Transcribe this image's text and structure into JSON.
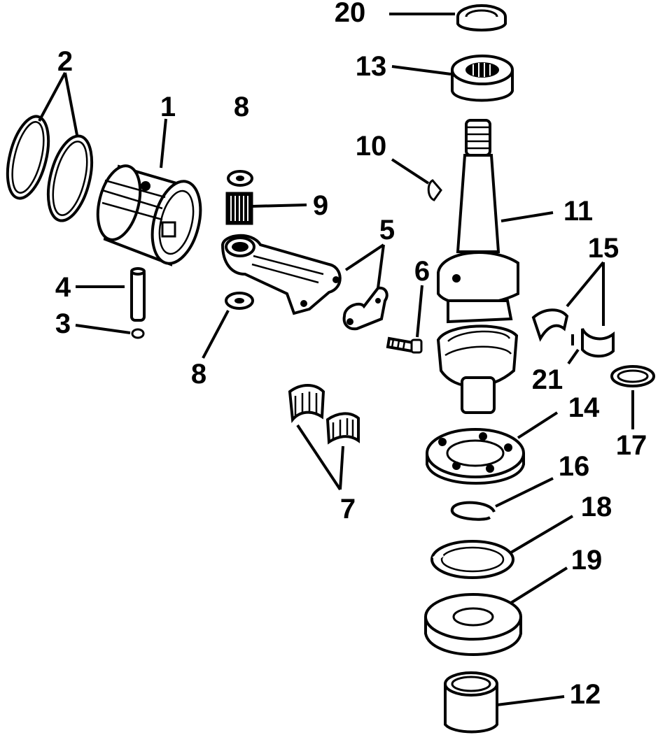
{
  "callouts": [
    {
      "id": "1",
      "text": "1"
    },
    {
      "id": "2",
      "text": "2"
    },
    {
      "id": "3",
      "text": "3"
    },
    {
      "id": "4",
      "text": "4"
    },
    {
      "id": "5",
      "text": "5"
    },
    {
      "id": "6",
      "text": "6"
    },
    {
      "id": "7",
      "text": "7"
    },
    {
      "id": "8a",
      "text": "8"
    },
    {
      "id": "8b",
      "text": "8"
    },
    {
      "id": "9",
      "text": "9"
    },
    {
      "id": "10",
      "text": "10"
    },
    {
      "id": "11",
      "text": "11"
    },
    {
      "id": "12",
      "text": "12"
    },
    {
      "id": "13",
      "text": "13"
    },
    {
      "id": "14",
      "text": "14"
    },
    {
      "id": "15",
      "text": "15"
    },
    {
      "id": "16",
      "text": "16"
    },
    {
      "id": "17",
      "text": "17"
    },
    {
      "id": "18",
      "text": "18"
    },
    {
      "id": "19",
      "text": "19"
    },
    {
      "id": "20",
      "text": "20"
    },
    {
      "id": "21",
      "text": "21"
    }
  ]
}
